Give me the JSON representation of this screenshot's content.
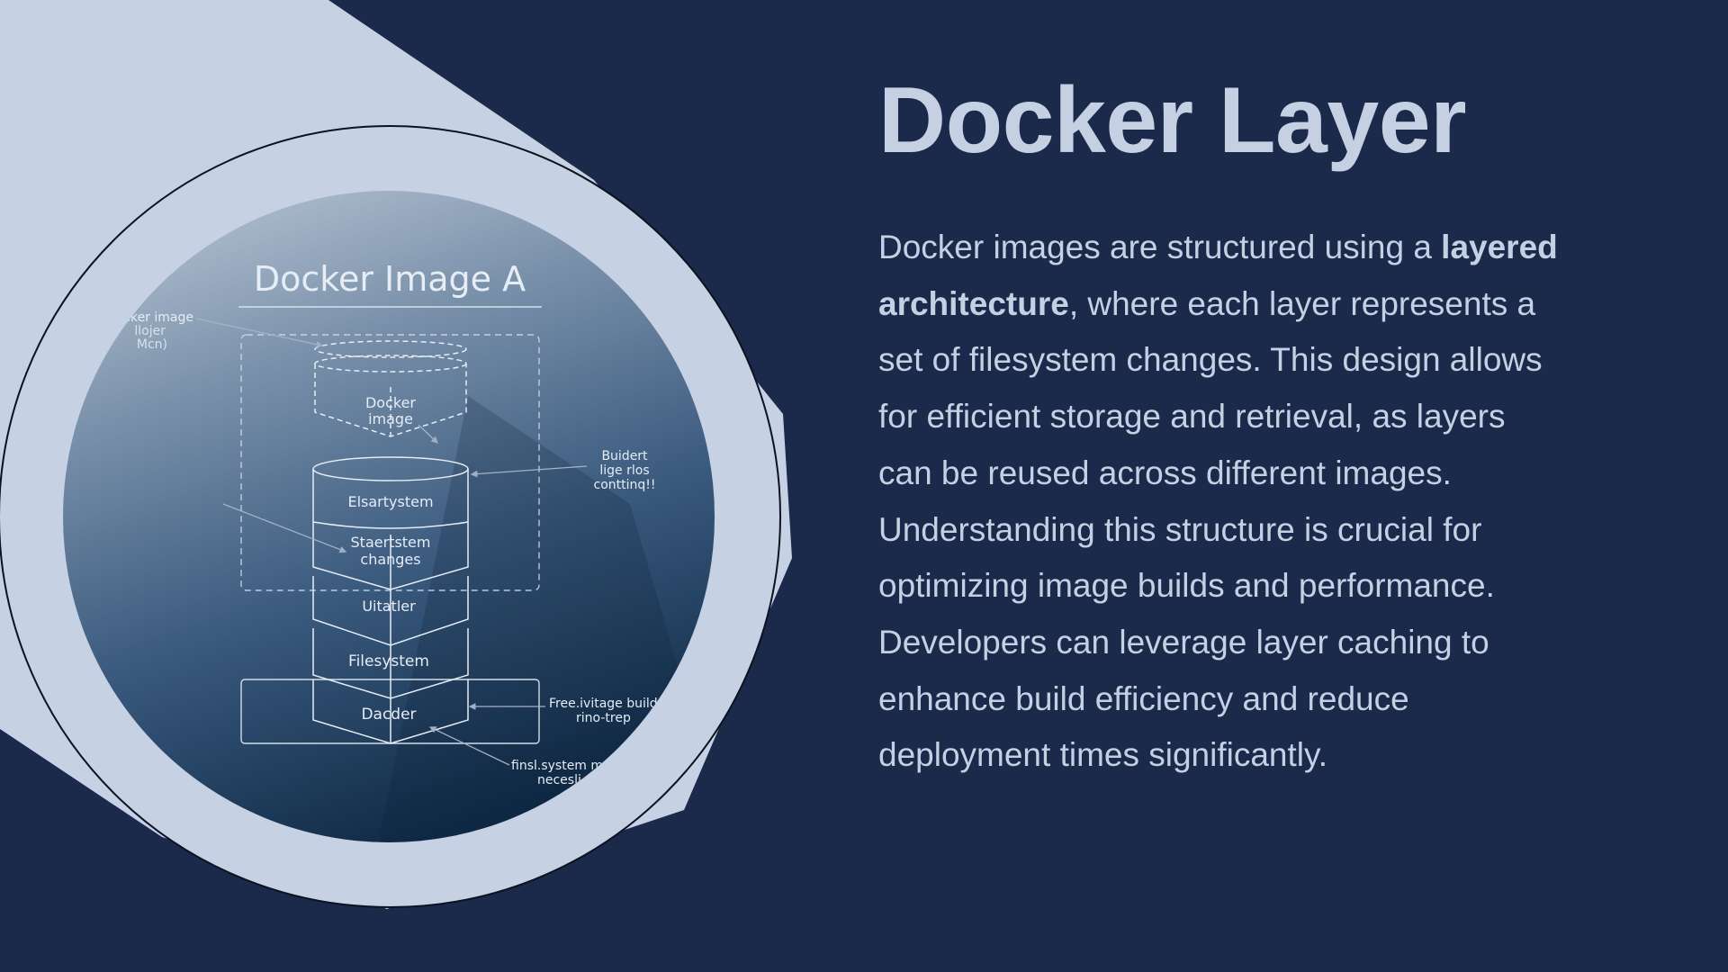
{
  "slide": {
    "title": "Docker Layer",
    "body_before": "Docker images are structured using a ",
    "body_bold": "layered architecture",
    "body_after": ", where each layer represents a set of filesystem changes. This design allows for efficient storage and retrieval, as layers can be reused across different images. Understanding this structure is crucial for optimizing image builds and performance. Developers can leverage layer caching to enhance build efficiency and reduce deployment times significantly."
  },
  "colors": {
    "background": "#1b2a4b",
    "panel": "#c6d1e3",
    "text": "#c5d0e3",
    "diagram_top": "#b3c1d1",
    "diagram_bottom": "#0f2a46"
  },
  "diagram": {
    "heading": "Docker Image A",
    "callouts": {
      "top_left": [
        "cker image",
        "llojer",
        "Mcn)"
      ],
      "right_top": [
        "Buidert",
        "lige rlos",
        "conttinq!!"
      ],
      "right_mid": [
        "Free.ivitage build",
        "rino-trep"
      ],
      "bottom": [
        "finsl.system m",
        "necesli"
      ]
    },
    "layers": {
      "top_1": "Docker",
      "top_2": "image",
      "l2": "Elsartystem",
      "l3_1": "Staertstem",
      "l3_2": "changes",
      "l4": "Uitatler",
      "l5": "Filesystem",
      "l6": "Dacder"
    }
  }
}
